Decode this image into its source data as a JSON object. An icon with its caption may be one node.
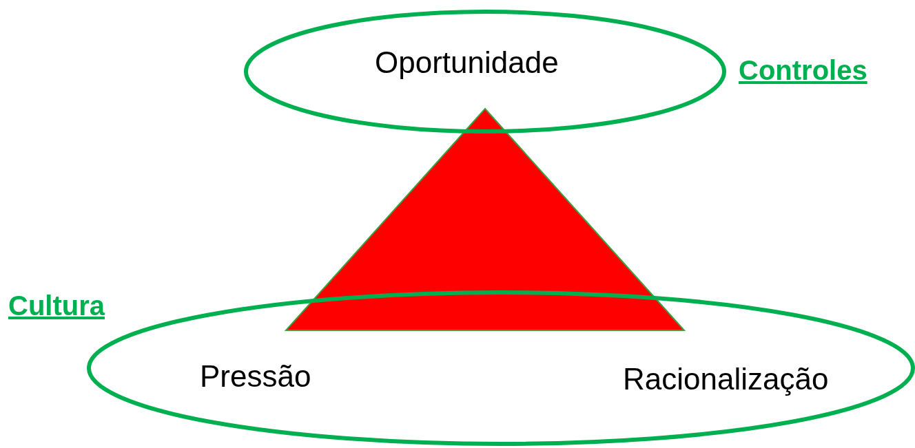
{
  "diagram": {
    "nodes": [
      {
        "text": [
          "Oportunidade"
        ]
      },
      {
        "text": [],
        "shape": "triangle"
      },
      {
        "text": [
          "Pressão",
          "Racionalização"
        ]
      }
    ],
    "labels": [
      "Controles",
      "Cultura"
    ]
  }
}
